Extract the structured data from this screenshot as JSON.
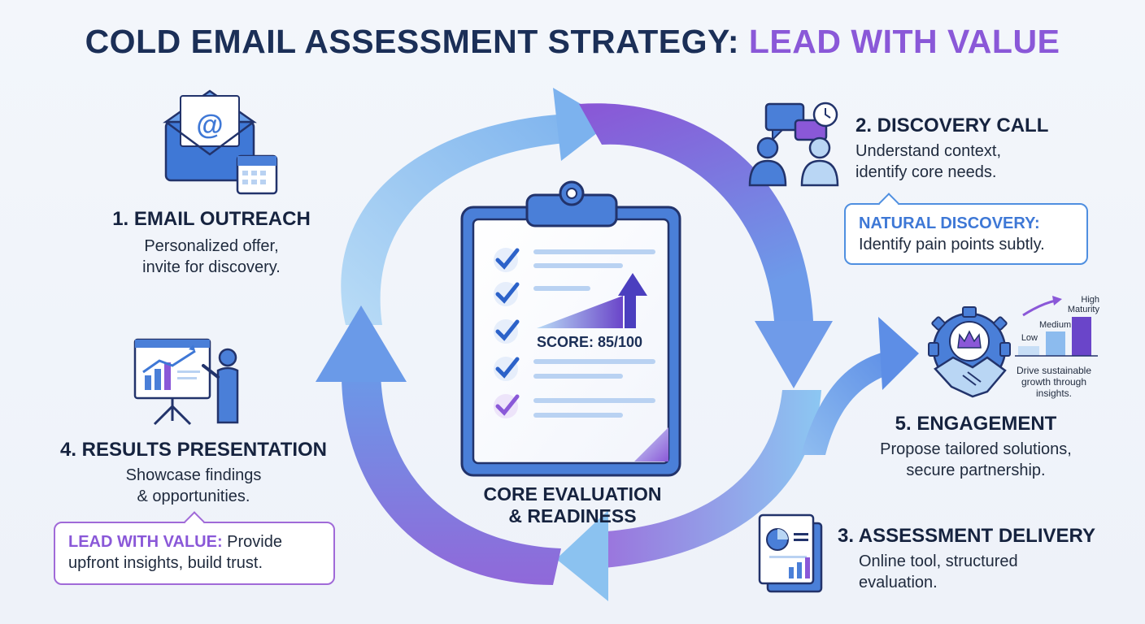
{
  "title": {
    "main": "COLD EMAIL ASSESSMENT STRATEGY: ",
    "accent": "LEAD WITH VALUE"
  },
  "core": {
    "title": "CORE EVALUATION\n& READINESS",
    "title_line1": "CORE EVALUATION",
    "title_line2": "& READINESS",
    "score": "SCORE: 85/100"
  },
  "steps": [
    {
      "title": "1. EMAIL OUTREACH",
      "desc_line1": "Personalized offer,",
      "desc_line2": "invite for discovery.",
      "icon": "email-calendar-icon"
    },
    {
      "title": "2. DISCOVERY CALL",
      "desc_line1": "Understand context,",
      "desc_line2": "identify core needs.",
      "icon": "conversation-icon"
    },
    {
      "title": "3. ASSESSMENT DELIVERY",
      "desc_line1": "Online tool, structured",
      "desc_line2": "evaluation.",
      "icon": "report-document-icon"
    },
    {
      "title": "4. RESULTS PRESENTATION",
      "desc_line1": "Showcase findings",
      "desc_line2": "& opportunities.",
      "icon": "presentation-board-icon"
    },
    {
      "title": "5. ENGAGEMENT",
      "desc_line1": "Propose tailored solutions,",
      "desc_line2": "secure partnership.",
      "icon": "handshake-gear-icon"
    }
  ],
  "callouts": {
    "discovery": {
      "highlight": "NATURAL DISCOVERY:",
      "text": "Identify pain points subtly."
    },
    "value": {
      "highlight": "LEAD WITH VALUE:",
      "text_line1": " Provide",
      "text_line2": "upfront insights, build trust."
    }
  },
  "maturity": {
    "high_line1": "High",
    "high_line2": "Maturity",
    "medium": "Medium",
    "low": "Low",
    "caption": "Drive sustainable growth through insights."
  },
  "colors": {
    "navy": "#1b2f57",
    "purple": "#8a58d8",
    "blue": "#4f8fe0",
    "light_blue": "#a9d2f4"
  }
}
